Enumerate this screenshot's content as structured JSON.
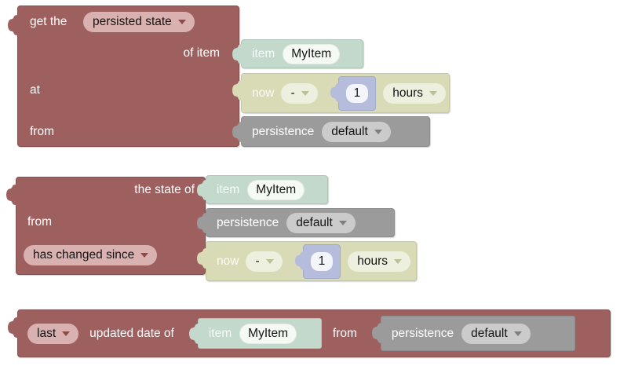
{
  "colors": {
    "block_red": "#9e5f5f",
    "block_green": "#c3d9cc",
    "block_olive": "#d9dbb6",
    "block_gray": "#9b9b9b",
    "block_lavender": "#b6bddc",
    "dropdown_pink": "#dab1b1",
    "dropdown_cream": "#edefdf",
    "dropdown_gray": "#cbcbcb",
    "field_white": "#f5faf5",
    "label_text": "#ffffff",
    "value_text": "#141414"
  },
  "block1": {
    "prefix_label": "get the",
    "method_dropdown": "persisted state",
    "row_of_item_label": "of item",
    "row_at_label": "at",
    "row_from_label": "from"
  },
  "block2": {
    "row_state_of_label": "the state of",
    "row_from_label": "from",
    "condition_dropdown": "has changed since"
  },
  "block3": {
    "ordinal_dropdown": "last",
    "updated_label": "updated date of",
    "from_label": "from"
  },
  "item_block": {
    "label": "item",
    "name": "MyItem"
  },
  "persistence_block": {
    "label": "persistence",
    "service": "default"
  },
  "datetime_block": {
    "label": "now",
    "operator": "-",
    "amount": "1",
    "unit": "hours"
  }
}
